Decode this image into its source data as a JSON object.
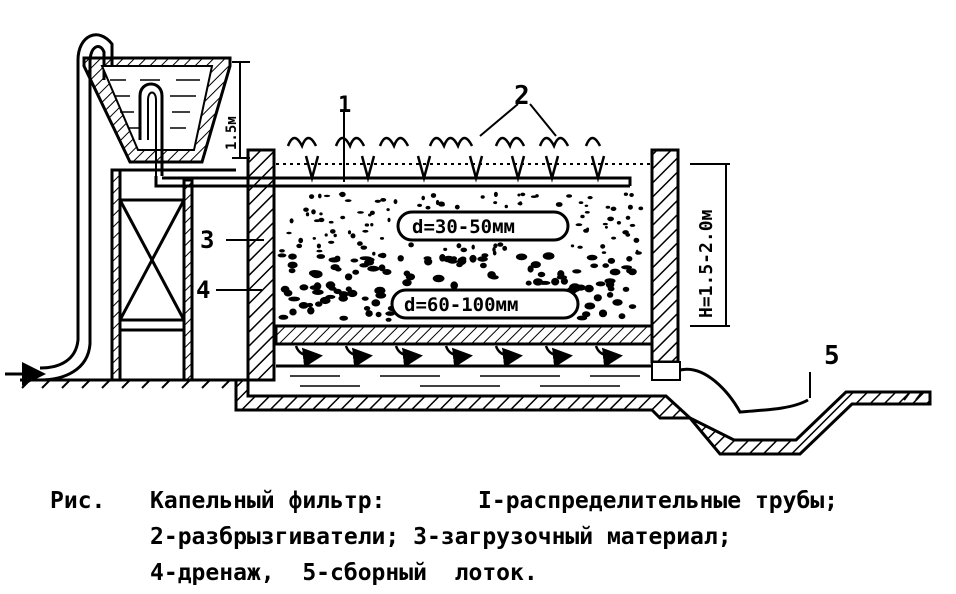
{
  "labels": {
    "one": "1",
    "two": "2",
    "three": "3",
    "four": "4",
    "five": "5",
    "height_tank": "1.5м",
    "height_bed": "H=1.5-2.0м",
    "d_upper": "d=30-50мм",
    "d_lower": "d=60-100мм"
  },
  "caption": {
    "prefix": "Рис.",
    "title": "Капельный фильтр:",
    "item1": "I-распределительные трубы;",
    "line2": "2-разбрызгиватели; 3-загрузочный материал;",
    "line3": "4-дренаж,  5-сборный  лоток."
  }
}
